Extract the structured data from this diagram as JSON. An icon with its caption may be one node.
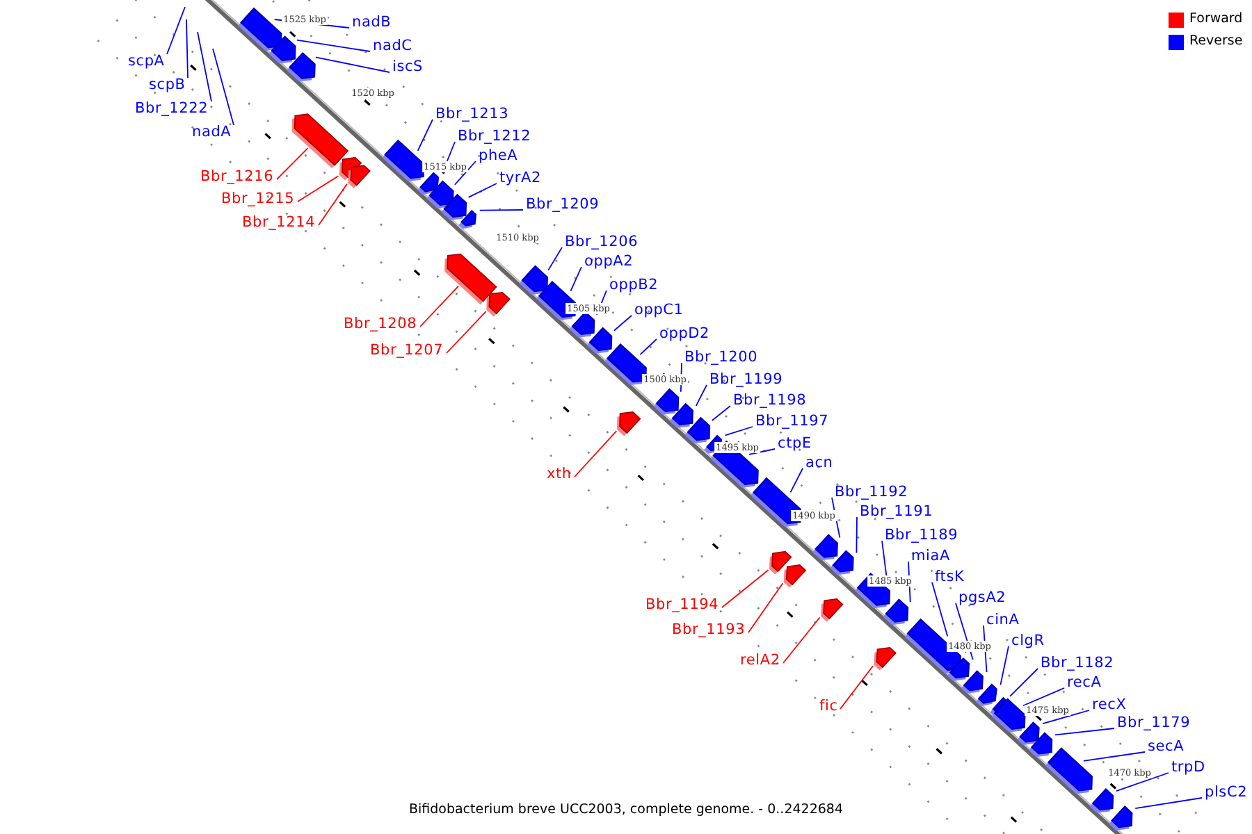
{
  "diagram": {
    "caption": "Bifidobacterium breve UCC2003, complete genome. - 0..2422684",
    "nodes": [
      {
        "text": [
          "nadB"
        ]
      },
      {
        "text": [],
        "shape": "arrow"
      },
      {
        "text": [
          "nadC"
        ]
      },
      {
        "text": [],
        "shape": "arrow"
      },
      {
        "text": [
          "scpA"
        ]
      },
      {
        "text": [
          "iscS"
        ]
      },
      {
        "text": [],
        "shape": "arrow"
      },
      {
        "text": [
          "scpB"
        ]
      },
      {
        "text": [
          "Bbr_1222"
        ]
      },
      {
        "text": [
          "Bbr_1213"
        ]
      },
      {
        "text": [],
        "shape": "arrow"
      },
      {
        "text": [
          "nadA"
        ]
      },
      {
        "text": [
          "Bbr_1212"
        ]
      },
      {
        "text": [],
        "shape": "arrow"
      },
      {
        "text": [
          "pheA"
        ]
      },
      {
        "text": [],
        "shape": "arrow"
      },
      {
        "text": [
          "Bbr_1216"
        ]
      },
      {
        "text": [],
        "shape": "arrow"
      },
      {
        "text": [
          "tyrA2"
        ]
      },
      {
        "text": [],
        "shape": "arrow"
      },
      {
        "text": [
          "Bbr_1215"
        ]
      },
      {
        "text": [],
        "shape": "arrow"
      },
      {
        "text": [
          "Bbr_1209"
        ]
      },
      {
        "text": [],
        "shape": "arrow"
      },
      {
        "text": [
          "Bbr_1214"
        ]
      },
      {
        "text": [],
        "shape": "arrow"
      },
      {
        "text": [
          "Bbr_1206"
        ]
      },
      {
        "text": [],
        "shape": "arrow"
      },
      {
        "text": [
          "oppA2"
        ]
      },
      {
        "text": [],
        "shape": "arrow"
      },
      {
        "text": [
          "oppB2"
        ]
      },
      {
        "text": [],
        "shape": "arrow"
      },
      {
        "text": [
          "oppC1"
        ]
      },
      {
        "text": [],
        "shape": "arrow"
      },
      {
        "text": [
          "Bbr_1208"
        ]
      },
      {
        "text": [],
        "shape": "arrow"
      },
      {
        "text": [
          "oppD2"
        ]
      },
      {
        "text": [],
        "shape": "arrow"
      },
      {
        "text": [
          "Bbr_1207"
        ]
      },
      {
        "text": [],
        "shape": "arrow"
      },
      {
        "text": [
          "Bbr_1200"
        ]
      },
      {
        "text": [],
        "shape": "arrow"
      },
      {
        "text": [
          "Bbr_1199"
        ]
      },
      {
        "text": [],
        "shape": "arrow"
      },
      {
        "text": [
          "Bbr_1198"
        ]
      },
      {
        "text": [],
        "shape": "arrow"
      },
      {
        "text": [
          "Bbr_1197"
        ]
      },
      {
        "text": [],
        "shape": "arrow"
      },
      {
        "text": [
          "ctpE"
        ]
      },
      {
        "text": [],
        "shape": "arrow"
      },
      {
        "text": [
          "acn"
        ]
      },
      {
        "text": [],
        "shape": "arrow"
      },
      {
        "text": [
          "xth"
        ]
      },
      {
        "text": [],
        "shape": "arrow"
      },
      {
        "text": [
          "Bbr_1192"
        ]
      },
      {
        "text": [],
        "shape": "arrow"
      },
      {
        "text": [
          "Bbr_1191"
        ]
      },
      {
        "text": [],
        "shape": "arrow"
      },
      {
        "text": [
          "Bbr_1189"
        ]
      },
      {
        "text": [],
        "shape": "arrow"
      },
      {
        "text": [
          "miaA"
        ]
      },
      {
        "text": [],
        "shape": "arrow"
      },
      {
        "text": [
          "ftsK"
        ]
      },
      {
        "text": [],
        "shape": "arrow"
      },
      {
        "text": [
          "pgsA2"
        ]
      },
      {
        "text": [],
        "shape": "arrow"
      },
      {
        "text": [
          "Bbr_1194"
        ]
      },
      {
        "text": [],
        "shape": "arrow"
      },
      {
        "text": [
          "cinA"
        ]
      },
      {
        "text": [],
        "shape": "arrow"
      },
      {
        "text": [
          "Bbr_1193"
        ]
      },
      {
        "text": [],
        "shape": "arrow"
      },
      {
        "text": [
          "clgR"
        ]
      },
      {
        "text": [],
        "shape": "arrow"
      },
      {
        "text": [
          "relA2"
        ]
      },
      {
        "text": [],
        "shape": "arrow"
      },
      {
        "text": [
          "Bbr_1182"
        ]
      },
      {
        "text": [],
        "shape": "arrow"
      },
      {
        "text": [
          "recA"
        ]
      },
      {
        "text": [],
        "shape": "arrow"
      },
      {
        "text": [
          "recX"
        ]
      },
      {
        "text": [],
        "shape": "arrow"
      },
      {
        "text": [
          "fic"
        ]
      },
      {
        "text": [],
        "shape": "arrow"
      },
      {
        "text": [
          "Bbr_1179"
        ]
      },
      {
        "text": [],
        "shape": "arrow"
      },
      {
        "text": [
          "secA"
        ]
      },
      {
        "text": [],
        "shape": "arrow"
      },
      {
        "text": [
          "trpD"
        ]
      },
      {
        "text": [],
        "shape": "arrow"
      },
      {
        "text": [
          "plsC2"
        ]
      },
      {
        "text": [],
        "shape": "arrow"
      }
    ],
    "edges": [
      {
        "from": 0,
        "to": 1,
        "arrow": "none"
      },
      {
        "from": 2,
        "to": 3,
        "arrow": "none"
      },
      {
        "from": 4,
        "to": null,
        "arrow": "none"
      },
      {
        "from": 5,
        "to": 6,
        "arrow": "none"
      },
      {
        "from": 7,
        "to": null,
        "arrow": "none"
      },
      {
        "from": 8,
        "to": null,
        "arrow": "none"
      },
      {
        "from": 9,
        "to": 10,
        "arrow": "none"
      },
      {
        "from": 11,
        "to": null,
        "arrow": "none"
      },
      {
        "from": 12,
        "to": 13,
        "arrow": "none"
      },
      {
        "from": 14,
        "to": 15,
        "arrow": "none"
      },
      {
        "from": 16,
        "to": 17,
        "arrow": "none",
        "color": "#ff0000"
      },
      {
        "from": 18,
        "to": 19,
        "arrow": "none"
      },
      {
        "from": 20,
        "to": 21,
        "arrow": "none",
        "color": "#ff0000"
      },
      {
        "from": 22,
        "to": 23,
        "arrow": "none"
      },
      {
        "from": 24,
        "to": 25,
        "arrow": "none",
        "color": "#ff0000"
      },
      {
        "from": 26,
        "to": 27,
        "arrow": "none"
      },
      {
        "from": 28,
        "to": 29,
        "arrow": "none"
      },
      {
        "from": 30,
        "to": 31,
        "arrow": "none"
      },
      {
        "from": 32,
        "to": 33,
        "arrow": "none"
      },
      {
        "from": 34,
        "to": 35,
        "arrow": "none",
        "color": "#ff0000"
      },
      {
        "from": 36,
        "to": 37,
        "arrow": "none"
      },
      {
        "from": 38,
        "to": 39,
        "arrow": "none",
        "color": "#ff0000"
      },
      {
        "from": 40,
        "to": 41,
        "arrow": "none"
      },
      {
        "from": 42,
        "to": 43,
        "arrow": "none"
      },
      {
        "from": 44,
        "to": 45,
        "arrow": "none"
      },
      {
        "from": 46,
        "to": 47,
        "arrow": "none"
      },
      {
        "from": 48,
        "to": 49,
        "arrow": "none"
      },
      {
        "from": 50,
        "to": 51,
        "arrow": "none"
      },
      {
        "from": 52,
        "to": 53,
        "arrow": "none",
        "color": "#ff0000"
      },
      {
        "from": 54,
        "to": 55,
        "arrow": "none"
      },
      {
        "from": 56,
        "to": 57,
        "arrow": "none"
      },
      {
        "from": 58,
        "to": 59,
        "arrow": "none"
      },
      {
        "from": 60,
        "to": 61,
        "arrow": "none"
      },
      {
        "from": 62,
        "to": 63,
        "arrow": "none"
      },
      {
        "from": 64,
        "to": 65,
        "arrow": "none"
      },
      {
        "from": 66,
        "to": 67,
        "arrow": "none",
        "color": "#ff0000"
      },
      {
        "from": 68,
        "to": 69,
        "arrow": "none"
      },
      {
        "from": 70,
        "to": 71,
        "arrow": "none",
        "color": "#ff0000"
      },
      {
        "from": 72,
        "to": 73,
        "arrow": "none"
      },
      {
        "from": 74,
        "to": 75,
        "arrow": "none",
        "color": "#ff0000"
      },
      {
        "from": 76,
        "to": 77,
        "arrow": "none"
      },
      {
        "from": 78,
        "to": 79,
        "arrow": "none"
      },
      {
        "from": 80,
        "to": 81,
        "arrow": "none"
      },
      {
        "from": 82,
        "to": 83,
        "arrow": "none",
        "color": "#ff0000"
      },
      {
        "from": 84,
        "to": 85,
        "arrow": "none"
      },
      {
        "from": 86,
        "to": 87,
        "arrow": "none"
      },
      {
        "from": 88,
        "to": 89,
        "arrow": "none"
      },
      {
        "from": 90,
        "to": 91,
        "arrow": "none"
      }
    ],
    "labels": [
      "1525 kbp",
      "1520 kbp",
      "1515 kbp",
      "1510 kbp",
      "1505 kbp",
      "1500 kbp",
      "1495 kbp",
      "1490 kbp",
      "1485 kbp",
      "1480 kbp",
      "1475 kbp",
      "1470 kbp"
    ],
    "legend": [
      {
        "text": "Forward",
        "color": "#ff0000"
      },
      {
        "text": "Reverse",
        "color": "#0000ff"
      }
    ]
  }
}
